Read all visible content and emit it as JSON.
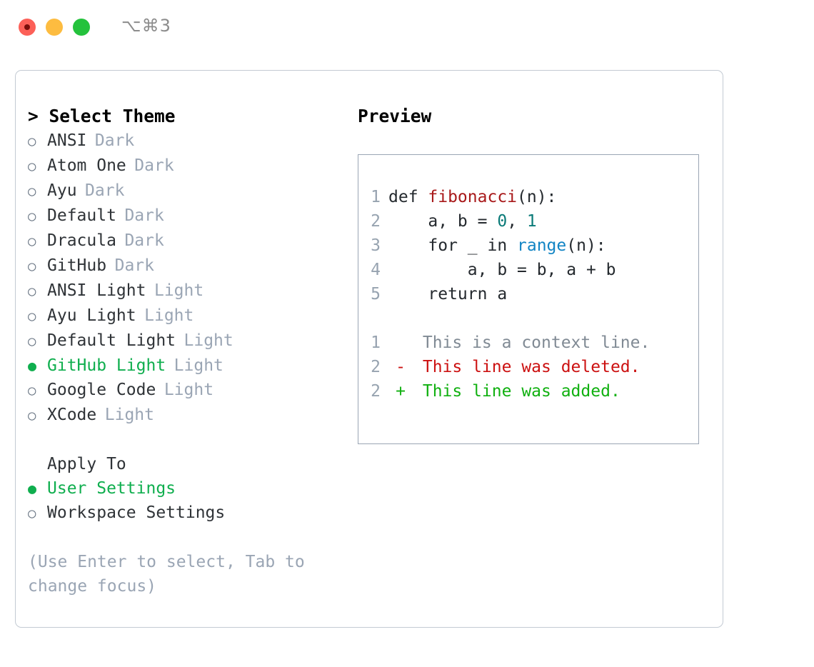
{
  "window": {
    "shortcut": "⌥⌘3",
    "traffic_lights": [
      "close",
      "minimize",
      "maximize"
    ]
  },
  "theme_panel": {
    "title": "Select Theme",
    "caret": ">",
    "bullet_unselected": "○",
    "bullet_selected": "●",
    "items": [
      {
        "name": "ANSI",
        "category": "Dark",
        "selected": false
      },
      {
        "name": "Atom One",
        "category": "Dark",
        "selected": false
      },
      {
        "name": "Ayu",
        "category": "Dark",
        "selected": false
      },
      {
        "name": "Default",
        "category": "Dark",
        "selected": false
      },
      {
        "name": "Dracula",
        "category": "Dark",
        "selected": false
      },
      {
        "name": "GitHub",
        "category": "Dark",
        "selected": false
      },
      {
        "name": "ANSI Light",
        "category": "Light",
        "selected": false
      },
      {
        "name": "Ayu Light",
        "category": "Light",
        "selected": false
      },
      {
        "name": "Default Light",
        "category": "Light",
        "selected": false
      },
      {
        "name": "GitHub Light",
        "category": "Light",
        "selected": true
      },
      {
        "name": "Google Code",
        "category": "Light",
        "selected": false
      },
      {
        "name": "XCode",
        "category": "Light",
        "selected": false
      }
    ]
  },
  "apply_to": {
    "title": "Apply To",
    "options": [
      {
        "label": "User Settings",
        "selected": true
      },
      {
        "label": "Workspace Settings",
        "selected": false
      }
    ]
  },
  "hint": "(Use Enter to select, Tab to change focus)",
  "preview": {
    "title": "Preview",
    "code_lines": [
      {
        "n": "1",
        "tokens": [
          {
            "t": "def ",
            "c": "kw"
          },
          {
            "t": "fibonacci",
            "c": "fn"
          },
          {
            "t": "(n):",
            "c": "plain"
          }
        ]
      },
      {
        "n": "2",
        "tokens": [
          {
            "t": "    a, b = ",
            "c": "plain"
          },
          {
            "t": "0",
            "c": "num"
          },
          {
            "t": ", ",
            "c": "plain"
          },
          {
            "t": "1",
            "c": "num"
          }
        ]
      },
      {
        "n": "3",
        "tokens": [
          {
            "t": "    for _ in ",
            "c": "plain"
          },
          {
            "t": "range",
            "c": "call"
          },
          {
            "t": "(n):",
            "c": "plain"
          }
        ]
      },
      {
        "n": "4",
        "tokens": [
          {
            "t": "        a, b = b, a + b",
            "c": "plain"
          }
        ]
      },
      {
        "n": "5",
        "tokens": [
          {
            "t": "    return a",
            "c": "plain"
          }
        ]
      }
    ],
    "diff_lines": [
      {
        "n": "1",
        "marker": " ",
        "text": " This is a context line.",
        "kind": "ctx"
      },
      {
        "n": "2",
        "marker": "-",
        "text": " This line was deleted.",
        "kind": "del"
      },
      {
        "n": "2",
        "marker": "+",
        "text": " This line was added.",
        "kind": "add"
      }
    ]
  },
  "colors": {
    "accent_green": "#0fae4e",
    "muted": "#9aa5b4",
    "text": "#2f3337",
    "fn_red": "#a8191a",
    "num_teal": "#0a7a78",
    "call_blue": "#1184c4",
    "diff_del": "#cc1111",
    "diff_add": "#10b010",
    "panel_border": "#c3cad3",
    "preview_border": "#9aa5b4"
  }
}
